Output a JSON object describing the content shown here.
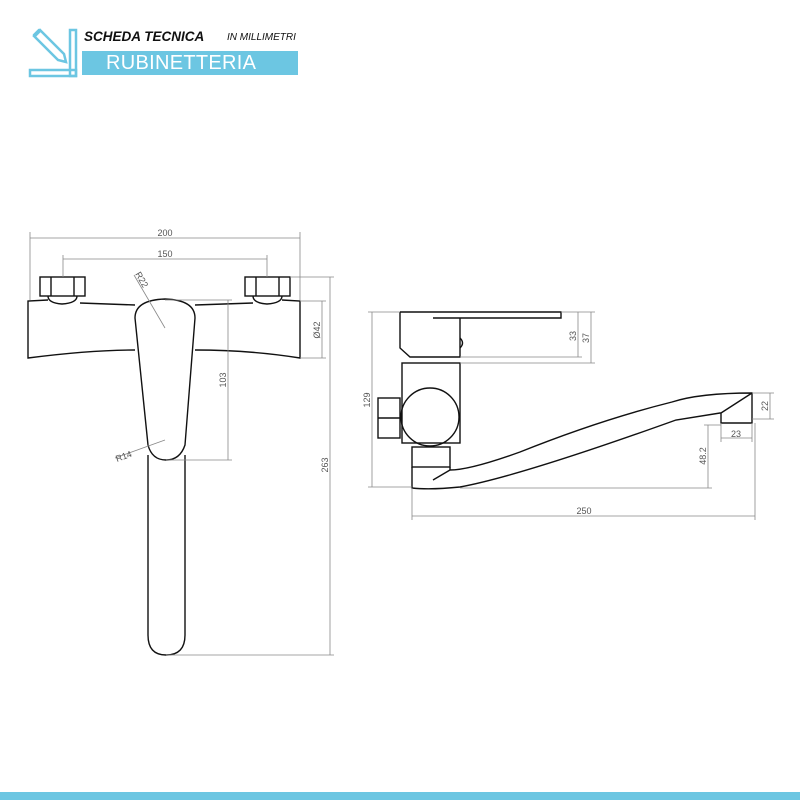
{
  "header": {
    "title": "SCHEDA TECNICA",
    "units": "IN MILLIMETRI",
    "category": "RUBINETTERIA",
    "icon": "ruler-pencil-icon",
    "accent_color": "#6cc6e2"
  },
  "front_view": {
    "dims": {
      "overall_width": "200",
      "inlet_spacing": "150",
      "lever_radius_top": "R22",
      "lever_radius_bottom": "R14",
      "lever_length": "103",
      "body_diameter": "Ø42",
      "overall_height": "263"
    }
  },
  "side_view": {
    "dims": {
      "handle_height": "33",
      "handle_total_height": "37",
      "overall_height": "129",
      "spout_end_height": "22",
      "aerator_width": "23",
      "spout_clearance": "48.2",
      "spout_length": "250"
    }
  }
}
